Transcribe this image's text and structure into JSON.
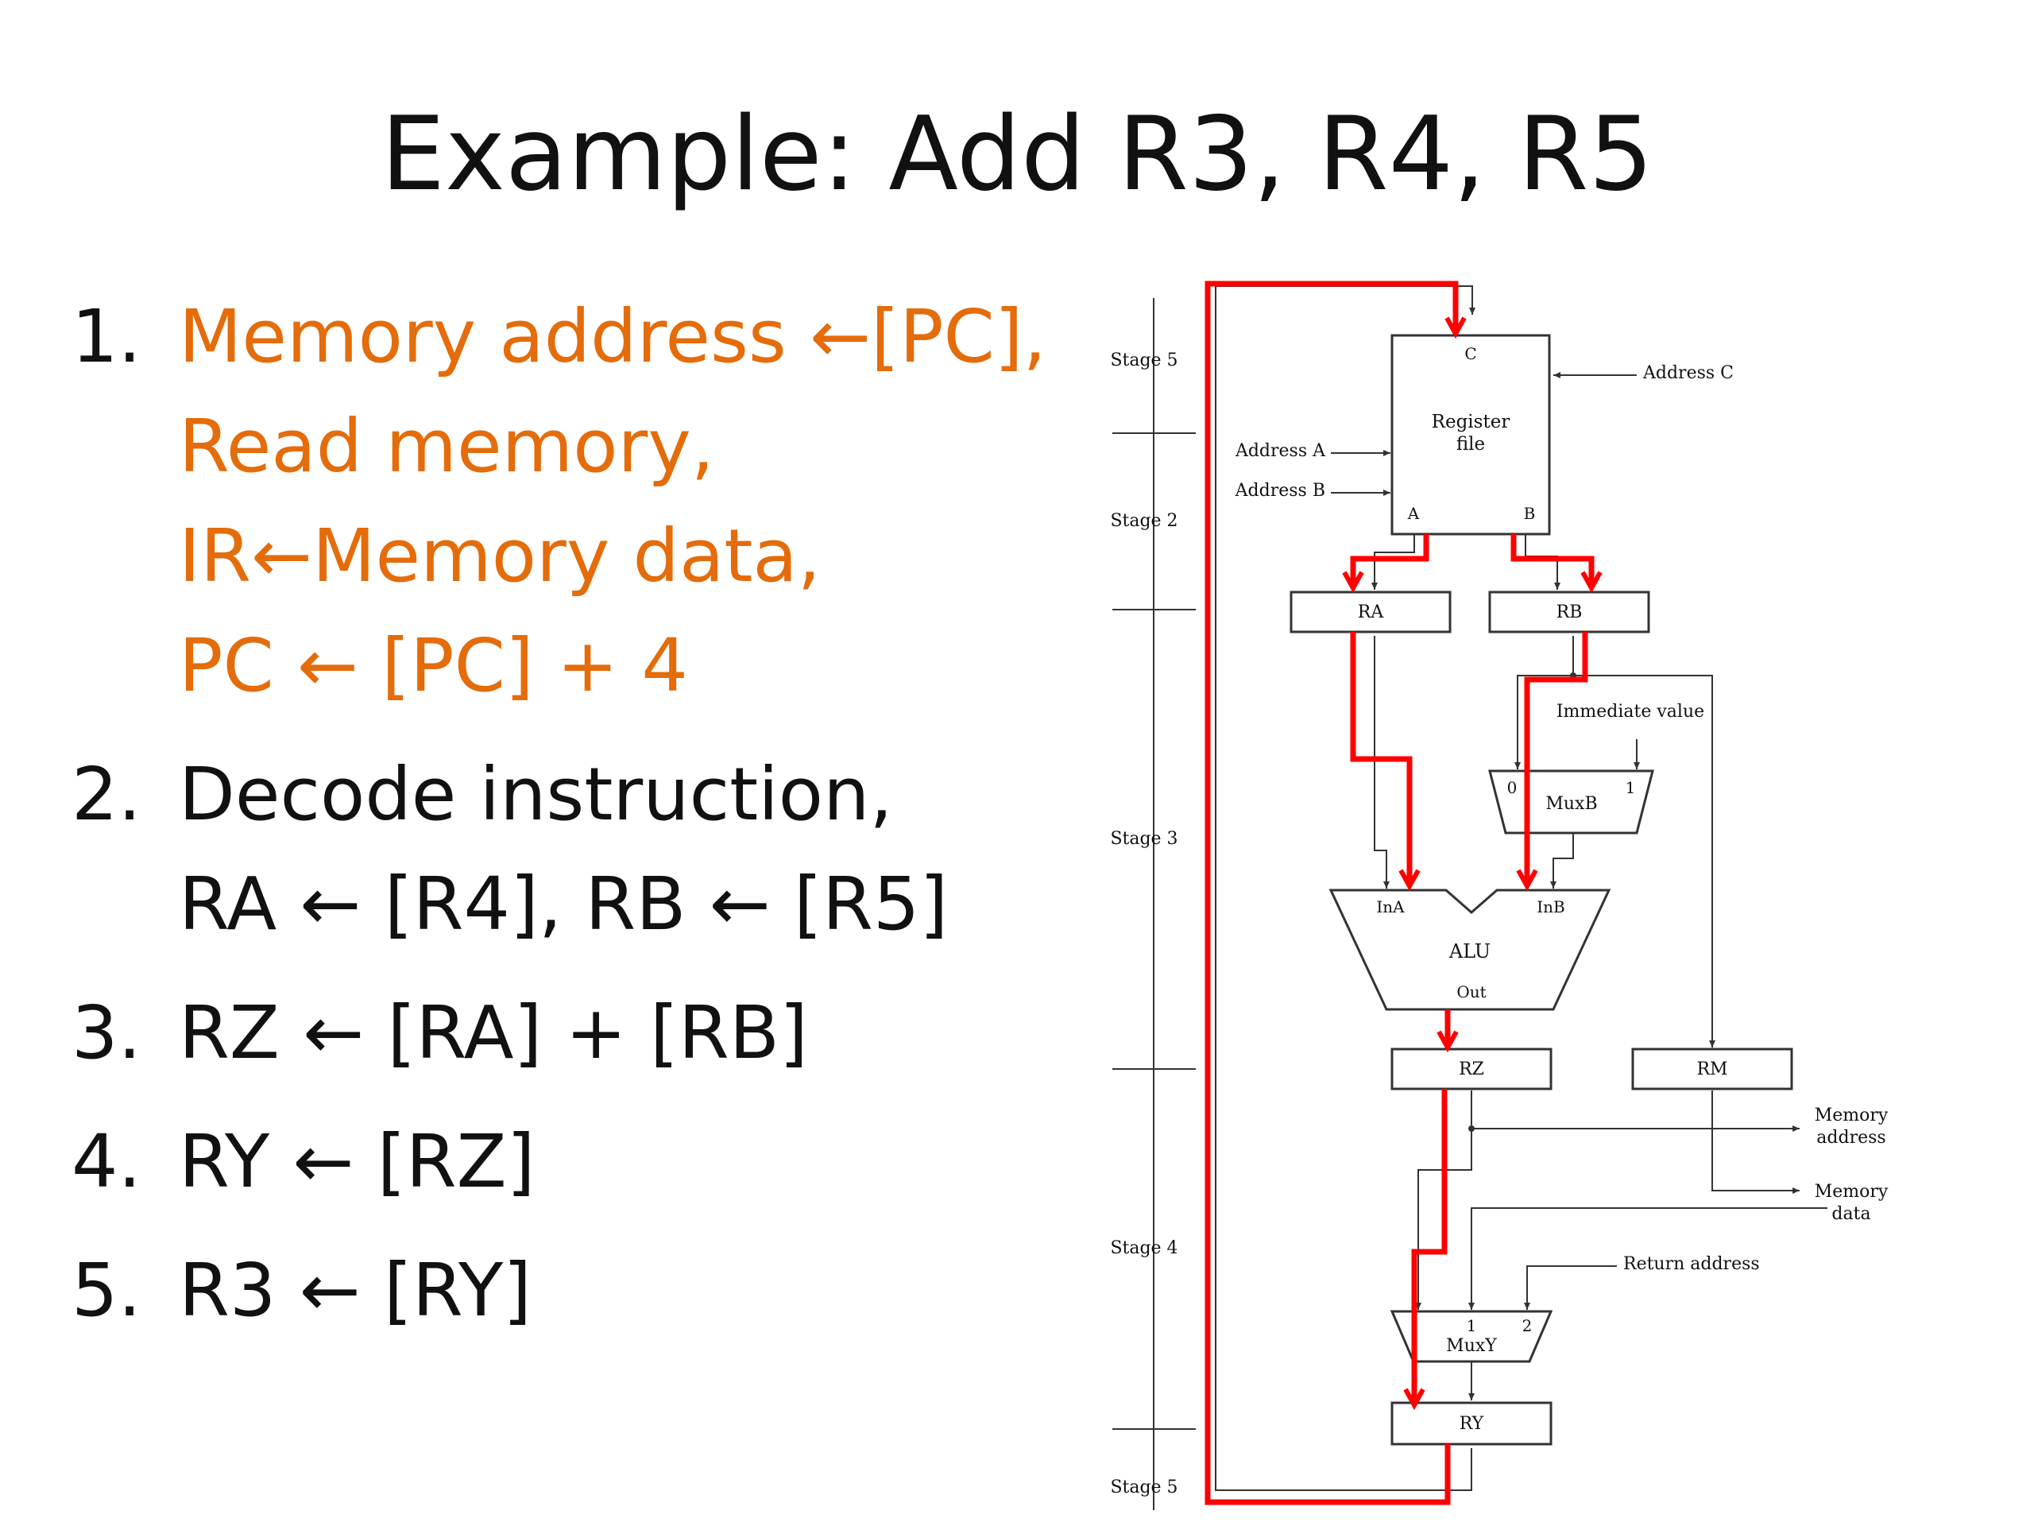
{
  "title": "Example:  Add  R3, R4, R5",
  "steps": [
    {
      "number": "1.",
      "lines": [
        "Memory address ←[PC],",
        "Read memory,",
        "IR←Memory data,",
        "PC ← [PC] + 4"
      ]
    },
    {
      "number": "2.",
      "lines": [
        "Decode instruction,",
        "RA ← [R4], RB ← [R5]"
      ]
    },
    {
      "number": "3.",
      "lines": [
        "RZ ← [RA] + [RB]"
      ]
    },
    {
      "number": "4.",
      "lines": [
        "RY ← [RZ]"
      ]
    },
    {
      "number": "5.",
      "lines": [
        "R3 ← [RY]"
      ]
    }
  ],
  "diagram": {
    "stages": [
      "Stage 5",
      "Stage 2",
      "Stage 3",
      "Stage 4",
      "Stage 5"
    ],
    "register_file": {
      "title_line1": "Register",
      "title_line2": "file",
      "port_c": "C",
      "port_a": "A",
      "port_b": "B"
    },
    "inputs": {
      "address_c": "Address C",
      "address_a": "Address A",
      "address_b": "Address B",
      "immediate": "Immediate value",
      "return_address": "Return address"
    },
    "registers": {
      "ra": "RA",
      "rb": "RB",
      "rz": "RZ",
      "rm": "RM",
      "ry": "RY"
    },
    "muxb": {
      "label": "MuxB",
      "in0": "0",
      "in1": "1"
    },
    "alu": {
      "label": "ALU",
      "in_a": "InA",
      "in_b": "InB",
      "out": "Out"
    },
    "muxy": {
      "label": "MuxY",
      "in1": "1",
      "in2": "2"
    },
    "outputs": {
      "memory_address_line1": "Memory",
      "memory_address_line2": "address",
      "memory_data_line1": "Memory",
      "memory_data_line2": "data"
    }
  },
  "colors": {
    "text": "#111111",
    "fetch_step": "#e46c0a",
    "active_path": "#ff0000",
    "wire": "#333333"
  }
}
